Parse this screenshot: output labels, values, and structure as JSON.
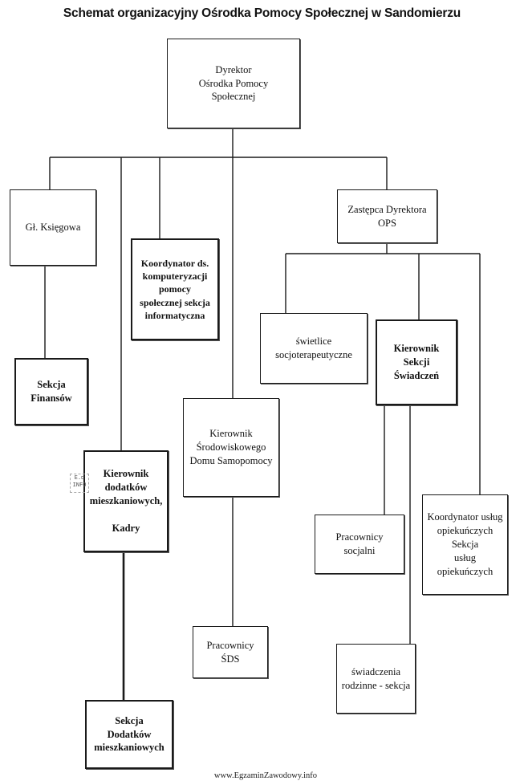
{
  "title": "Schemat organizacyjny Ośrodka Pomocy Społecznej w Sandomierzu",
  "nodes": {
    "dyrektor": "Dyrektor\nOśrodka Pomocy\nSpołecznej",
    "ksiegowa": "Gł. Księgowa",
    "koordynator_komp": "Koordynator ds.\nkomputeryzacji\npomocy\nspołecznej sekcja\ninformatyczna",
    "zastepca": "Zastępca Dyrektora\nOPS",
    "swietlice": "świetlice\nsocjoterapeutyczne",
    "kierownik_swiadczen": "Kierownik\nSekcji\nŚwiadczeń",
    "sekcja_finansow": "Sekcja\nFinansów",
    "kierownik_sds": "Kierownik\nŚrodowiskowego\nDomu Samopomocy",
    "kierownik_dodatkow": "Kierownik\ndodatków\nmieszkaniowych,\n\nKadry",
    "pracownicy_socjalni": "Pracownicy\nsocjalni",
    "koordynator_uslug": "Koordynator usług\nopiekuńczych\nSekcja\nusług\nopiekuńczych",
    "pracownicy_sds": "Pracownicy\nŚDS",
    "swiadczenia_rodzinne": "świadczenia\nrodzinne - sekcja",
    "sekcja_dodatkow": "Sekcja\nDodatków\nmieszkaniowych"
  },
  "stray_mark": "E.⊏\nINFO",
  "watermark": "www.EgzaminZawodowy.info"
}
